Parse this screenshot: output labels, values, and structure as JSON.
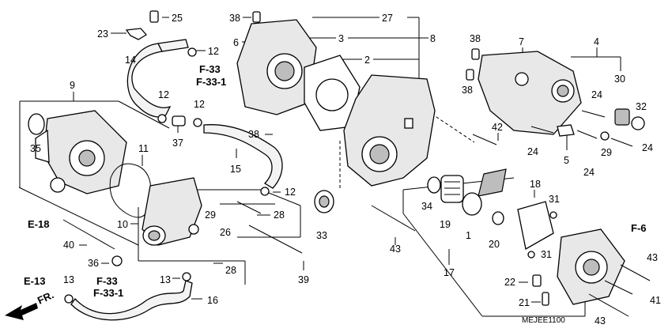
{
  "diagram_code": "MEJEE1100",
  "front_arrow_label": "FR.",
  "part_numbers": {
    "p1": "1",
    "p2": "2",
    "p3": "3",
    "p4": "4",
    "p5": "5",
    "p6": "6",
    "p7": "7",
    "p8": "8",
    "p9": "9",
    "p10": "10",
    "p11": "11",
    "p12a": "12",
    "p12b": "12",
    "p12c": "12",
    "p12d": "12",
    "p13a": "13",
    "p13b": "13",
    "p14": "14",
    "p15": "15",
    "p16": "16",
    "p17": "17",
    "p18": "18",
    "p19": "19",
    "p20": "20",
    "p21": "21",
    "p22": "22",
    "p23": "23",
    "p24a": "24",
    "p24b": "24",
    "p24c": "24",
    "p24d": "24",
    "p25": "25",
    "p26": "26",
    "p27": "27",
    "p28a": "28",
    "p28b": "28",
    "p29a": "29",
    "p29b": "29",
    "p30": "30",
    "p31a": "31",
    "p31b": "31",
    "p32": "32",
    "p33": "33",
    "p34": "34",
    "p35": "35",
    "p36": "36",
    "p37": "37",
    "p38a": "38",
    "p38b": "38",
    "p38c": "38",
    "p38d": "38",
    "p39": "39",
    "p40": "40",
    "p41": "41",
    "p42": "42",
    "p43a": "43",
    "p43b": "43",
    "p43c": "43"
  },
  "section_refs": {
    "f33_top": "F-33",
    "f331_top": "F-33-1",
    "f33_bottom": "F-33",
    "f331_bottom": "F-33-1",
    "e18": "E-18",
    "e13": "E-13",
    "f6": "F-6"
  }
}
